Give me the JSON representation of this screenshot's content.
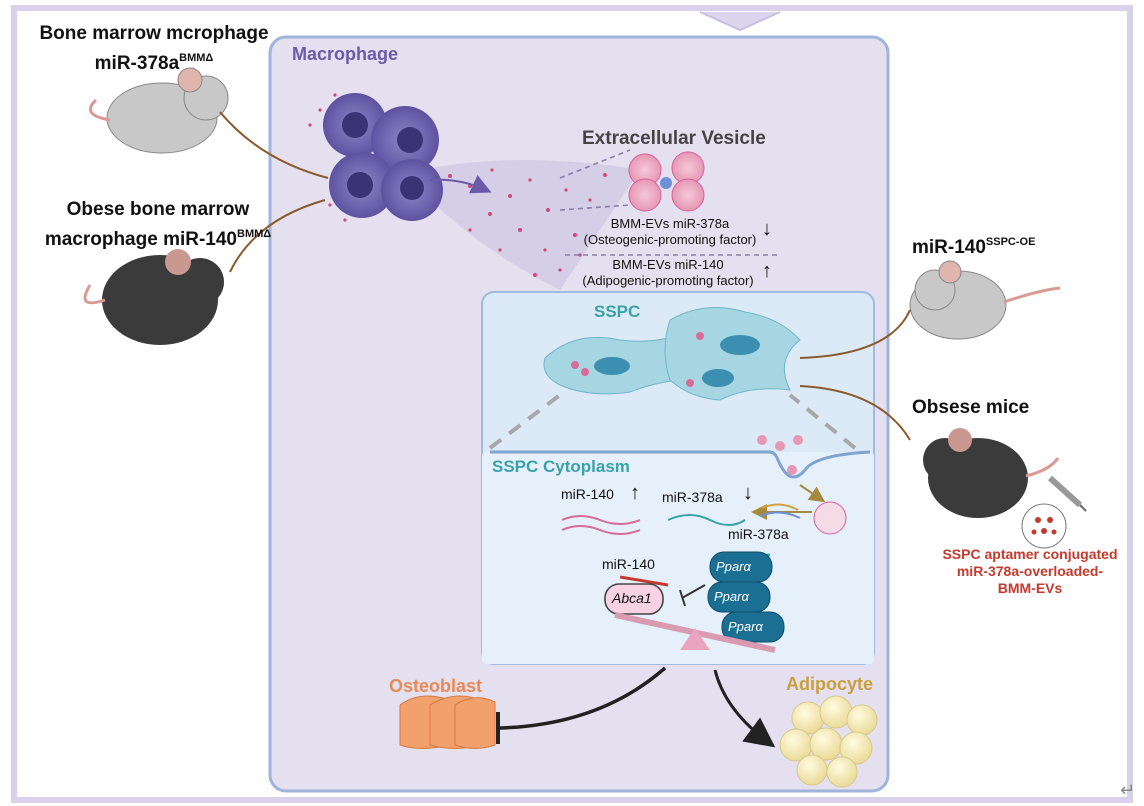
{
  "mouse_labels": {
    "bmm_line1": "Bone marrow mcrophage",
    "bmm_line2_main": "miR-378a",
    "bmm_line2_sup": "BMMΔ",
    "obese_line1": "Obese bone marrow",
    "obese_line2_main": "macrophage miR-140",
    "obese_line2_sup": "BMMΔ",
    "sspc_oe_main": "miR-140",
    "sspc_oe_sup": "SSPC-OE",
    "obese_mice": "Obsese mice"
  },
  "panel_titles": {
    "macrophage": "Macrophage",
    "extracellular_vesicle": "Extracellular Vesicle",
    "sspc": "SSPC",
    "sspc_cytoplasm": "SSPC Cytoplasm",
    "osteoblast": "Osteoblast",
    "adipocyte": "Adipocyte"
  },
  "ev_factors": {
    "line1a": "BMM-EVs miR-378a",
    "line1b": "(Osteogenic-promoting factor)",
    "arrow1": "↓",
    "line2a": "BMM-EVs miR-140",
    "line2b": "(Adipogenic-promoting factor)",
    "arrow2": "↑"
  },
  "cytoplasm": {
    "mir140_label": "miR-140",
    "mir140_arrow": "↑",
    "mir378a_label": "miR-378a",
    "mir378a_arrow": "↓",
    "mir140_small": "miR-140",
    "mir378a_small": "miR-378a",
    "abca1": "Abca1",
    "ppara": "Pparα"
  },
  "treatment": {
    "line1": "SSPC aptamer conjugated",
    "line2": "miR-378a-overloaded-",
    "line3": "BMM-EVs"
  },
  "colors": {
    "frame_border": "#cfc6e6",
    "macrophage_panel": "#e4e0f0",
    "macrophage_title": "#6b5aa8",
    "sspc_panel": "#dce9f6",
    "cytoplasm_panel": "#e6f0fb",
    "sspc_title": "#3aa3a8",
    "osteoblast": "#e88a55",
    "adipocyte": "#c9a13c",
    "treatment_text": "#c23a2e",
    "ppara_fill": "#1b6f93",
    "abca1_fill": "#f6d2e2"
  }
}
